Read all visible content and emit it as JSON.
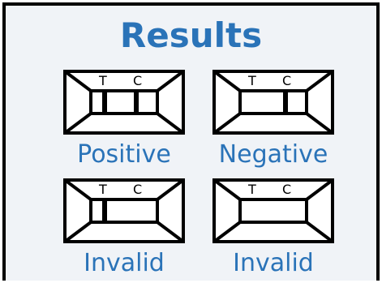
{
  "title": "Results",
  "results": [
    {
      "label": "Positive",
      "marker_t": "T",
      "marker_c": "C",
      "t_line": true,
      "c_line": true
    },
    {
      "label": "Negative",
      "marker_t": "T",
      "marker_c": "C",
      "t_line": false,
      "c_line": true
    },
    {
      "label": "Invalid",
      "marker_t": "T",
      "marker_c": "C",
      "t_line": true,
      "c_line": false
    },
    {
      "label": "Invalid",
      "marker_t": "T",
      "marker_c": "C",
      "t_line": false,
      "c_line": false
    }
  ],
  "colors": {
    "accent": "#2a73b8",
    "background": "#f0f3f7",
    "line": "#000000"
  }
}
